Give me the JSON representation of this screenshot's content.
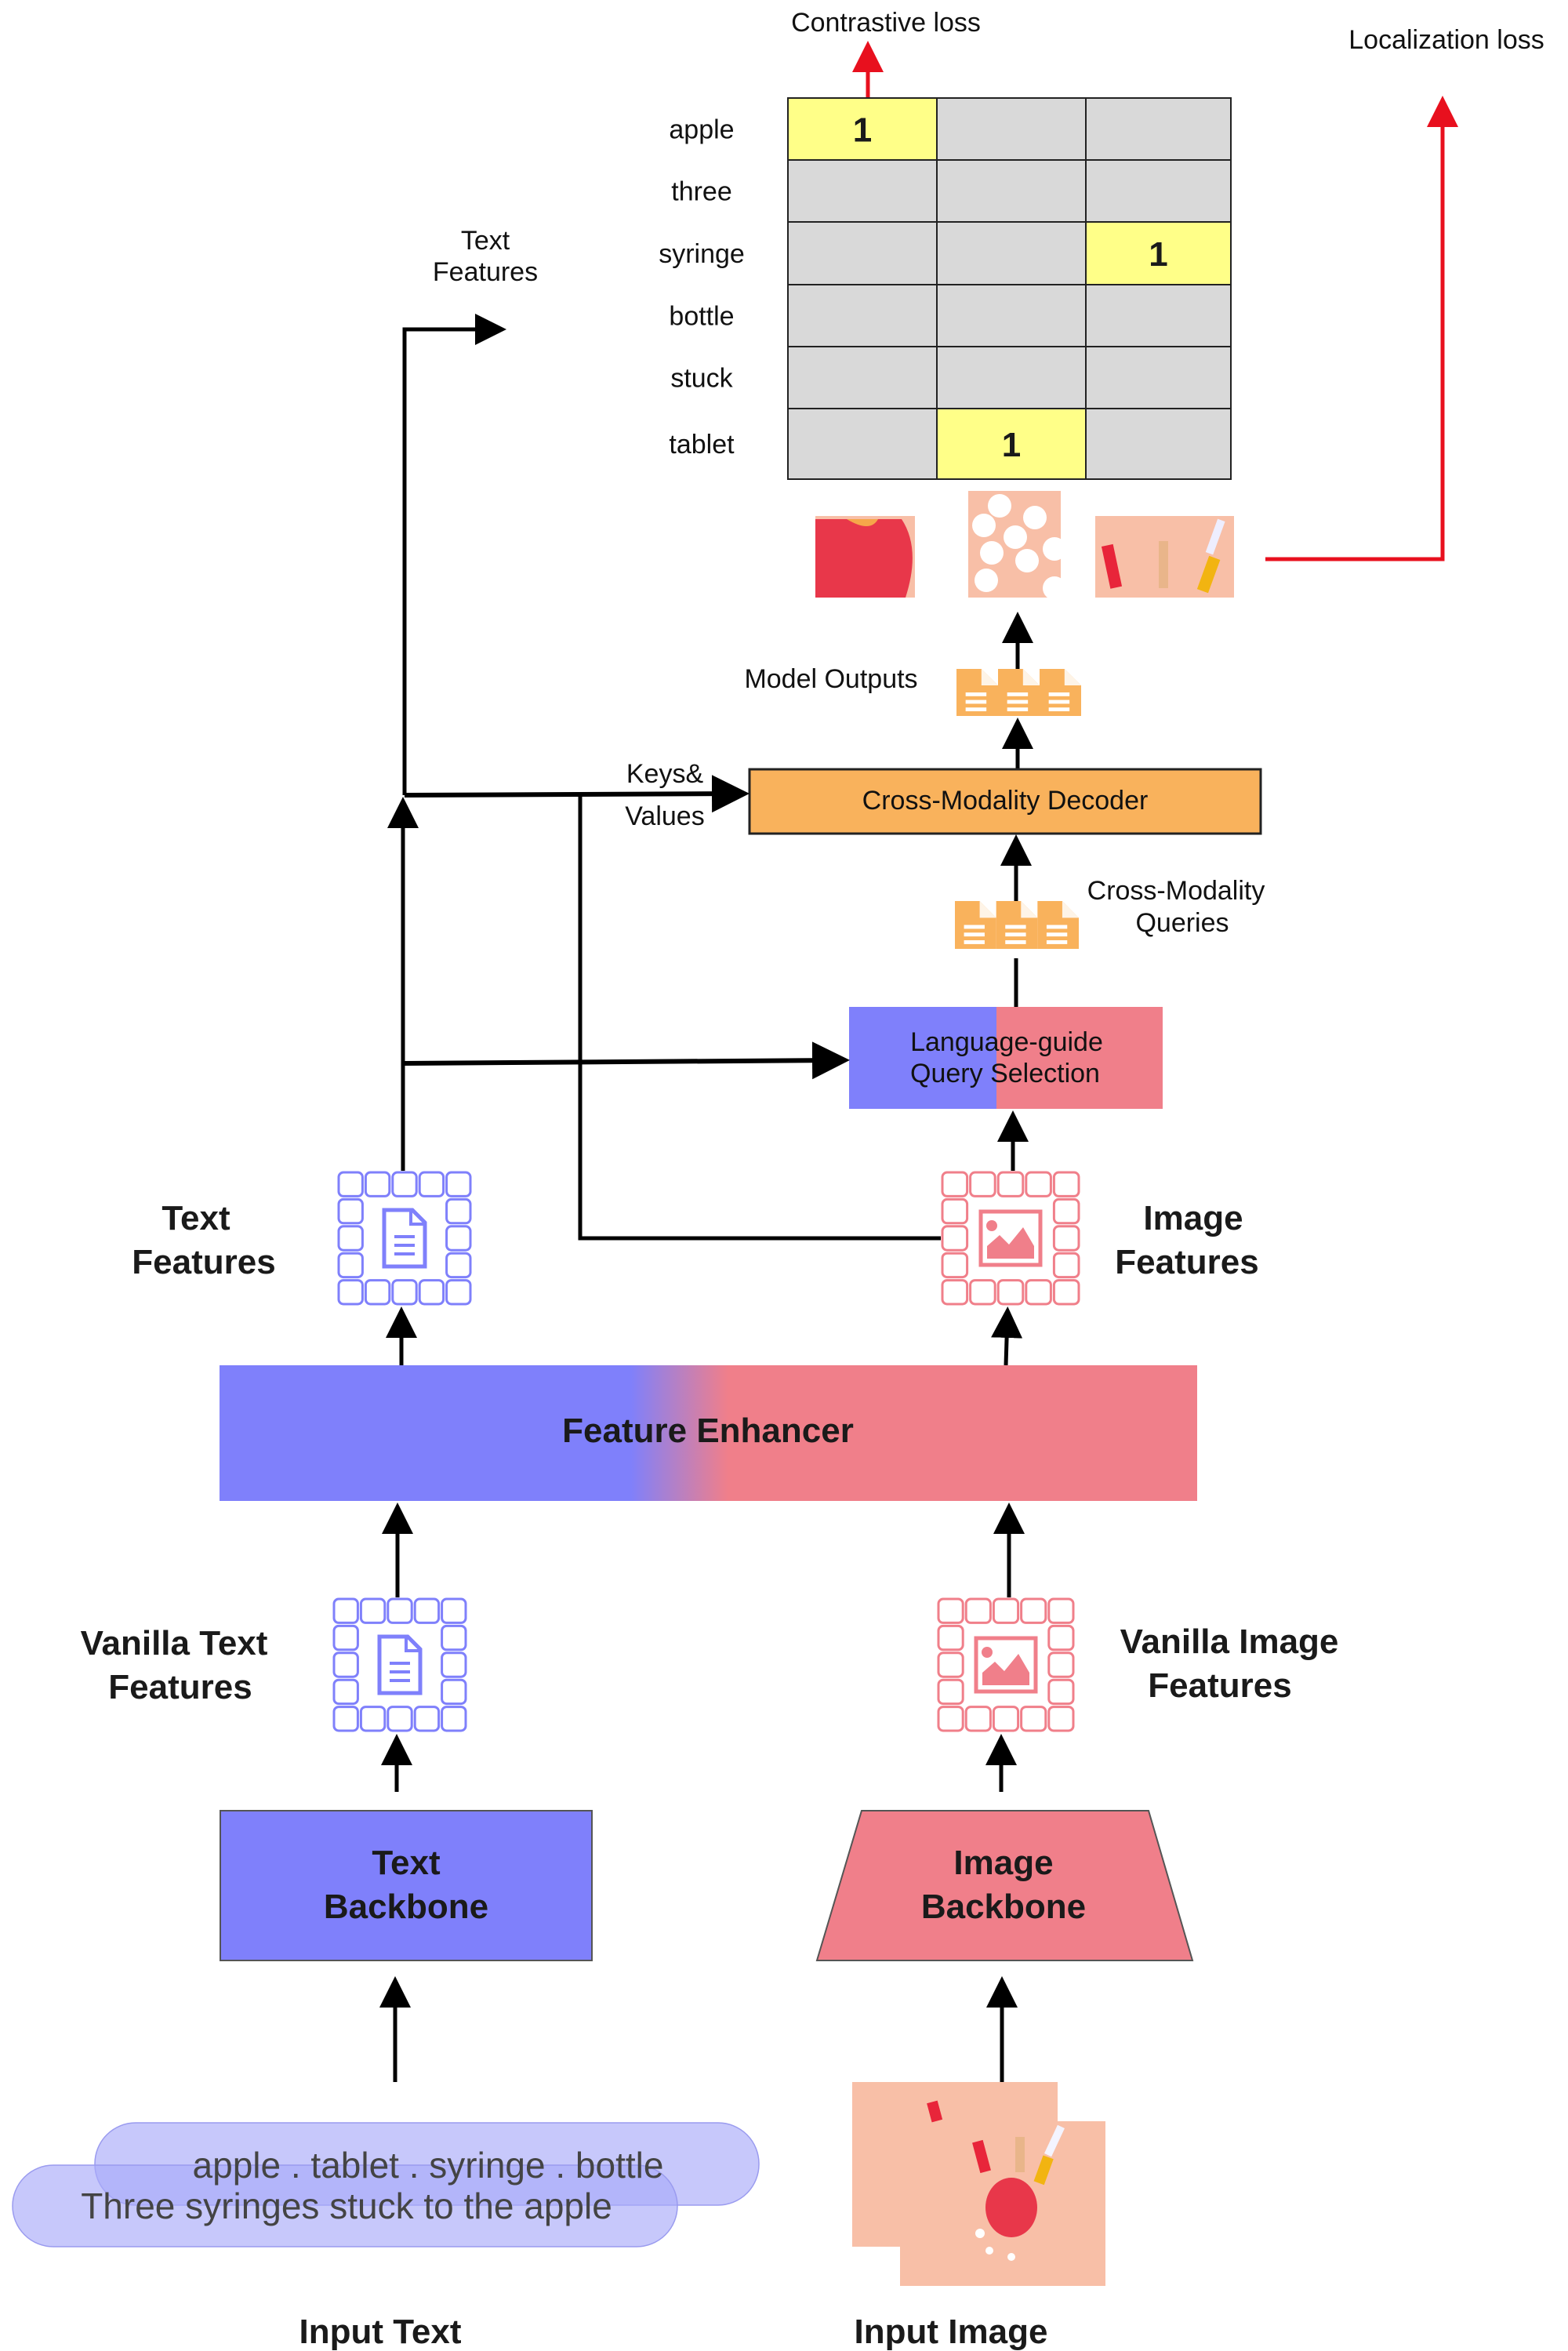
{
  "losses": {
    "contrastive": "Contrastive loss",
    "localization": "Localization loss"
  },
  "matrix": {
    "rows": [
      "apple",
      "three",
      "syringe",
      "bottle",
      "stuck",
      "tablet"
    ],
    "columns": [
      "apple-crop",
      "tablet-crop",
      "syringe-crop"
    ],
    "cells": [
      [
        "1",
        "",
        ""
      ],
      [
        "",
        "",
        ""
      ],
      [
        "",
        "",
        "1"
      ],
      [
        "",
        "",
        ""
      ],
      [
        "",
        "",
        ""
      ],
      [
        "",
        "1",
        ""
      ]
    ],
    "colors": {
      "match": "#ffff88",
      "empty": "#d9d9d9"
    }
  },
  "labels": {
    "text_features_top": [
      "Text",
      "Features"
    ],
    "model_outputs": "Model Outputs",
    "keys_values": [
      "Keys&",
      "Values"
    ],
    "cross_modality_decoder": "Cross-Modality Decoder",
    "cross_modality_queries": [
      "Cross-Modality",
      "Queries"
    ],
    "query_selection": [
      "Language-guide",
      "Query Selection"
    ],
    "text_features": [
      "Text",
      "Features"
    ],
    "image_features": [
      "Image",
      "Features"
    ],
    "feature_enhancer": "Feature Enhancer",
    "vanilla_text_features": [
      "Vanilla Text",
      "Features"
    ],
    "vanilla_image_features": [
      "Vanilla Image",
      "Features"
    ],
    "text_backbone": [
      "Text",
      "Backbone"
    ],
    "image_backbone": [
      "Image",
      "Backbone"
    ],
    "input_text": "Input Text",
    "input_image": "Input Image"
  },
  "input_text": {
    "categories": "apple . tablet . syringe . bottle",
    "caption": "Three syringes stuck to the apple"
  },
  "icons": {
    "text_feature_icon": "document-icon",
    "image_feature_icon": "image-icon",
    "query_icon": "document-stack-icon"
  },
  "colors": {
    "text_blue": "#7f80fb",
    "image_red": "#f07f8a",
    "decoder_orange": "#f9b25c",
    "loss_red": "#e8101e",
    "thumb_bg": "#f8bfa7"
  }
}
